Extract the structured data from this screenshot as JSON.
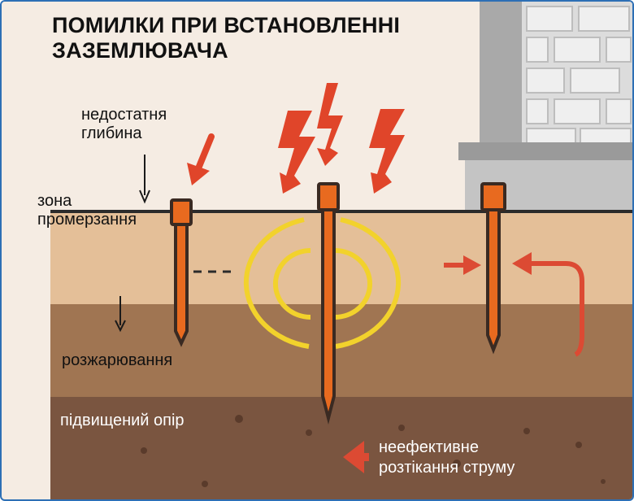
{
  "title_lines": [
    "ПОМИЛКИ ПРИ ВСТАНОВЛЕННІ",
    "ЗАЗЕМЛЮВАЧА"
  ],
  "labels": {
    "depth_line1": "недостатня",
    "depth_line2": "глибина",
    "freeze_line1": "зона",
    "freeze_line2": "промерзання",
    "drying": "розжарювання",
    "resistance": "підвищений опір",
    "spread_line1": "неефективне",
    "spread_line2": "розтікання струму"
  },
  "colors": {
    "electrode": "#e86a1f",
    "electrode_dark": "#3a2a22",
    "lightning": "#e0452a",
    "arrow_red": "#dc4a33",
    "field_ring": "#f2d22c",
    "soil_top": "#e4bf98",
    "soil_mid": "#a07552",
    "soil_bottom": "#7a5540",
    "background": "#f5ece3",
    "brick": "#e6e6e6",
    "foundation": "#b5b5b5"
  },
  "icons": [
    "lightning-bolt-icon",
    "down-arrow-icon",
    "right-arrow-icon",
    "curved-arrow-icon",
    "left-arrow-icon",
    "ground-electrode-icon"
  ]
}
